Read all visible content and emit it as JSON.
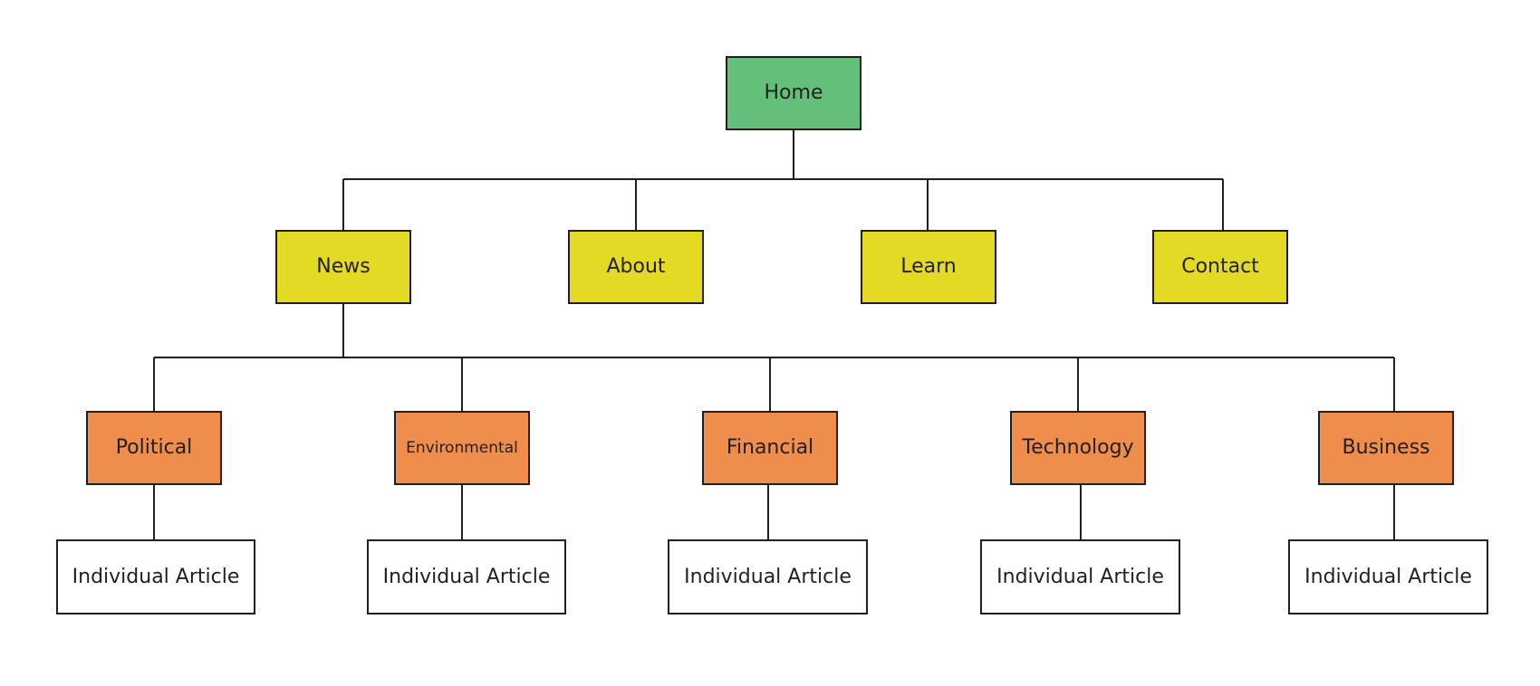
{
  "colors": {
    "root": "#64bf7a",
    "level1": "#e2da24",
    "level2": "#ef8d4d",
    "leaf": "#ffffff",
    "line": "#231f20"
  },
  "root": {
    "label": "Home"
  },
  "sections": [
    {
      "label": "News"
    },
    {
      "label": "About"
    },
    {
      "label": "Learn"
    },
    {
      "label": "Contact"
    }
  ],
  "categories": [
    {
      "label": "Political",
      "article": "Individual Article"
    },
    {
      "label": "Environmental",
      "article": "Individual Article"
    },
    {
      "label": "Financial",
      "article": "Individual Article"
    },
    {
      "label": "Technology",
      "article": "Individual Article"
    },
    {
      "label": "Business",
      "article": "Individual Article"
    }
  ]
}
